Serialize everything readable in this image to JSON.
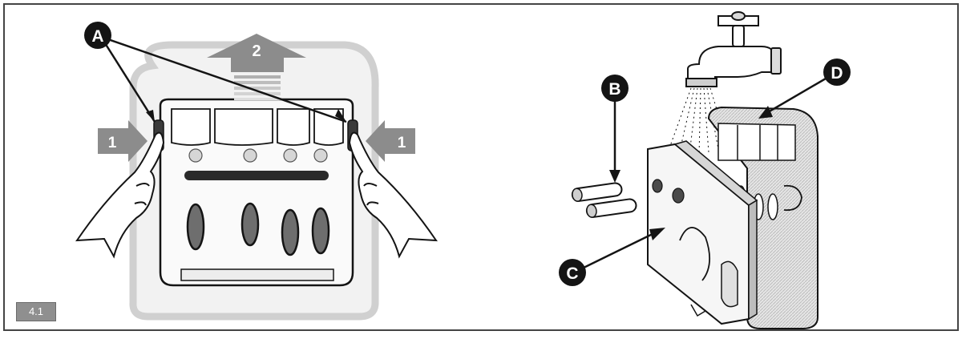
{
  "figure": {
    "label": "4.1",
    "callouts": {
      "a": "A",
      "b": "B",
      "c": "C",
      "d": "D"
    },
    "steps": {
      "push_left": "1",
      "push_right": "1",
      "lift": "2"
    }
  },
  "colors": {
    "ink": "#141414",
    "arrow_grey": "#8c8c8c",
    "light_grey": "#d4d4d4",
    "shade": "#bdbdbd",
    "frame": "#444444"
  }
}
